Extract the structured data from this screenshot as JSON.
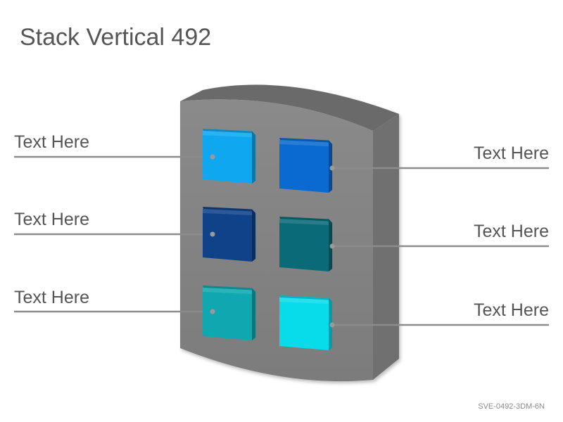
{
  "title": "Stack Vertical 492",
  "colors": {
    "panel_front": "#828282",
    "panel_side": "#6e6e6e",
    "panel_top": "#6a6a6a",
    "leader": "#8c8c8c",
    "text": "#555555"
  },
  "labels": {
    "left": [
      "Text Here",
      "Text Here",
      "Text Here"
    ],
    "right": [
      "Text Here",
      "Text Here",
      "Text Here"
    ]
  },
  "cubes": [
    {
      "name": "cube-top-left",
      "color": "#0fa8f0"
    },
    {
      "name": "cube-top-right",
      "color": "#0a6ad0"
    },
    {
      "name": "cube-middle-left",
      "color": "#0f4289"
    },
    {
      "name": "cube-middle-right",
      "color": "#0a6a78"
    },
    {
      "name": "cube-bottom-left",
      "color": "#10a8b0"
    },
    {
      "name": "cube-bottom-right",
      "color": "#08dceb"
    }
  ],
  "code": "SVE-0492-3DM-6N"
}
